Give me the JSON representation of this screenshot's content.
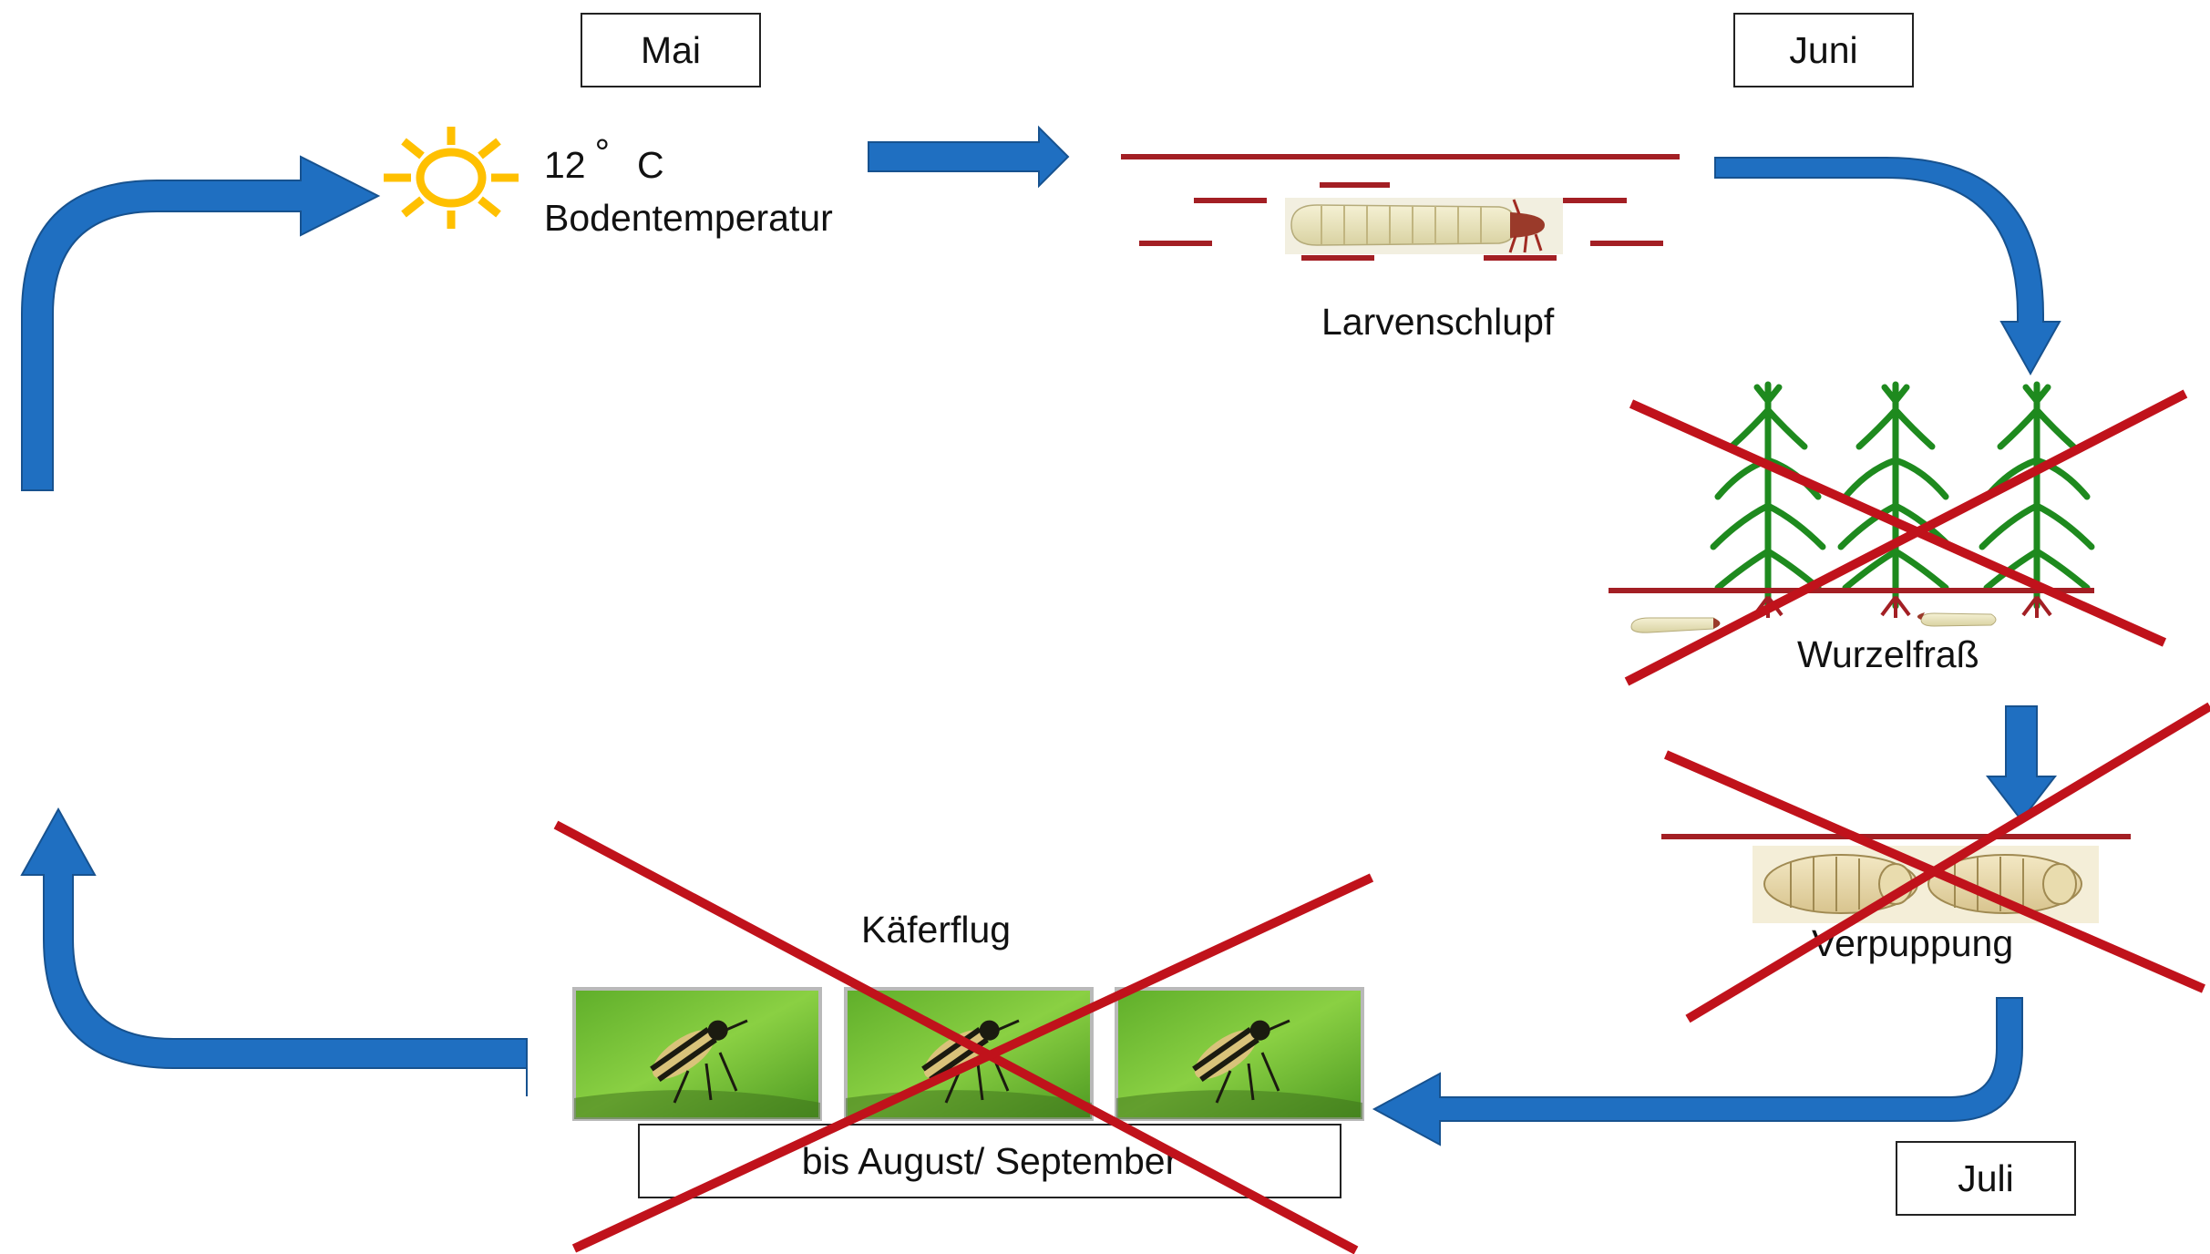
{
  "months": {
    "may": "Mai",
    "june": "Juni",
    "july": "Juli"
  },
  "temperature": {
    "value": "12",
    "degree_symbol": "°",
    "unit": "C",
    "label": "Bodentemperatur"
  },
  "stages": {
    "hatching": "Larvenschlupf",
    "root_feeding": "Wurzelfraß",
    "pupation": "Verpuppung",
    "beetle_flight": "Käferflug",
    "flight_period": "bis August/ September"
  },
  "icons": {
    "sun": "sun-icon",
    "larva": "larva-icon",
    "maize_plant": "maize-plant-icon",
    "pupa": "pupa-icon",
    "beetle": "beetle-icon",
    "cross": "red-cross-icon"
  },
  "colors": {
    "arrow": "#1f6fc1",
    "arrow_dark": "#17528f",
    "soil_line": "#a31f24",
    "cross": "#c0121b",
    "sun": "#ffc000",
    "plant": "#1e8a1e",
    "larva": "#ece6bf",
    "leaf_bg": "#79c23a",
    "beetle": "#2a2a1e"
  },
  "crossed_out": [
    "root_feeding",
    "pupation",
    "beetle_flight"
  ]
}
